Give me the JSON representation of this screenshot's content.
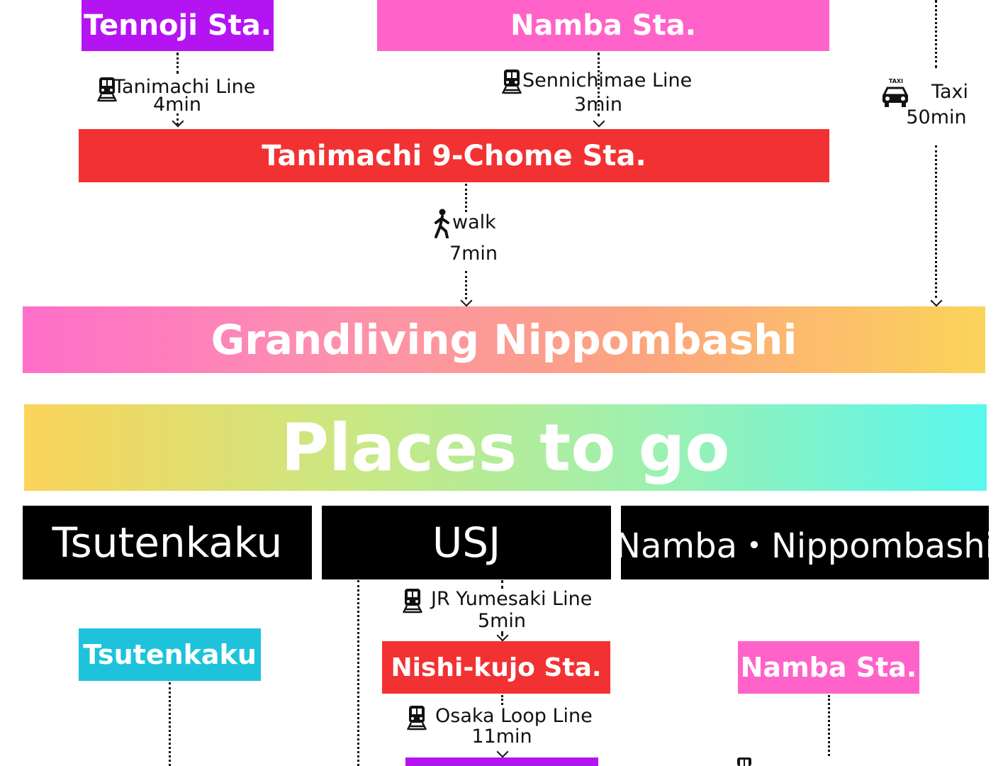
{
  "colors": {
    "tennoji": "#b514f2",
    "namba": "#ff63c9",
    "tanimachi": "#f23232",
    "tsutenkaku": "#1ec3db",
    "nishikujo": "#f23232",
    "loop_next": "#b514f2",
    "grandliving_gradient": [
      "#ff6fc9",
      "#fca57e",
      "#fbd45a"
    ],
    "places_gradient": [
      "#fbd45a",
      "#9ef0b0",
      "#59f7ee"
    ]
  },
  "icons": [
    "train-icon",
    "taxi-icon",
    "walking-person-icon"
  ],
  "stations_top": {
    "tennoji": "Tennoji Sta.",
    "namba": "Namba Sta.",
    "tanimachi": "Tanimachi 9-Chome Sta."
  },
  "routes_top": {
    "tanimachi_line": {
      "name": "Tanimachi Line",
      "time": "4min"
    },
    "sennichimae_line": {
      "name": "Sennichimae Line",
      "time": "3min"
    },
    "taxi": {
      "name": "Taxi",
      "time": "50min",
      "icon_text": "TAXI"
    },
    "walk": {
      "name": "walk",
      "time": "7min"
    }
  },
  "destination": "Grandliving Nippombashi",
  "places_header": "Places to go",
  "places": {
    "tsutenkaku": "Tsutenkaku",
    "usj": "USJ",
    "namba_nippombashi": "Namba・Nippombashi"
  },
  "routes_bottom": {
    "tsutenkaku_box": "Tsutenkaku",
    "jr_yumesaki": {
      "name": "JR Yumesaki Line",
      "time": "5min"
    },
    "nishikujo": "Nishi-kujo Sta.",
    "osaka_loop": {
      "name": "Osaka Loop Line",
      "time": "11min"
    },
    "namba_box": "Namba Sta."
  }
}
